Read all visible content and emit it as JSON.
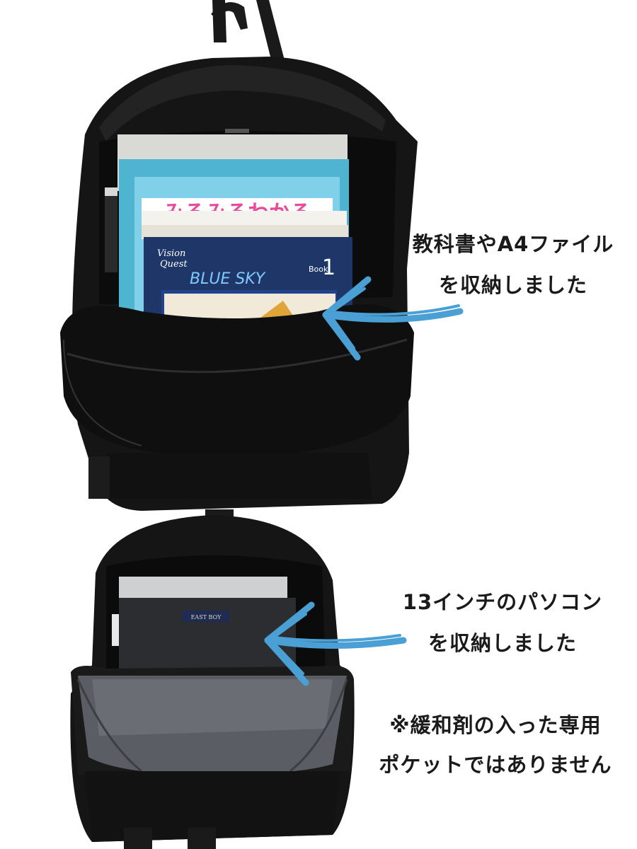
{
  "captions": {
    "top": {
      "line1": "教科書やA4ファイル",
      "line2": "を収納しました"
    },
    "middle": {
      "line1": "13インチのパソコン",
      "line2": "を収納しました"
    },
    "note": {
      "line1": "※緩和剤の入った専用",
      "line2": "ポケットではありません"
    }
  },
  "books": {
    "workbook_title": "みるみるわかる",
    "english_brand_top": "Vision",
    "english_brand_bottom": "Quest",
    "english_title": "BLUE SKY",
    "english_book_word": "Book",
    "english_book_number": "1"
  },
  "bag_label": "EAST BOY",
  "colors": {
    "arrow": "#4a9fd4",
    "bag": "#141414",
    "lining": "#5a5d63",
    "workbook": "#7fd0e8",
    "english_book": "#1f3768"
  }
}
